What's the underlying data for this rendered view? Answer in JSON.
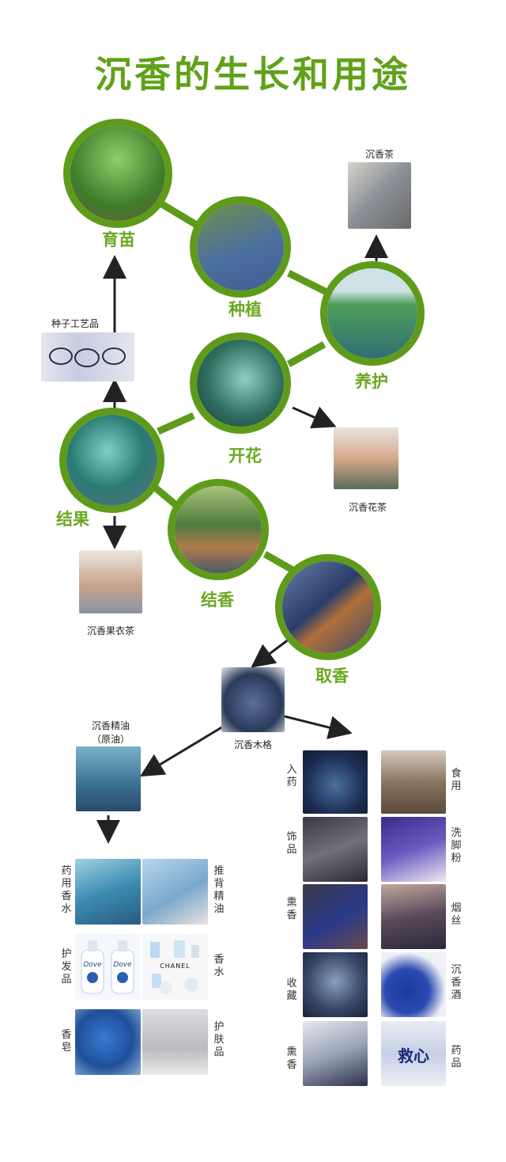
{
  "title": "沉香的生长和用途",
  "colors": {
    "accent": "#5fa219",
    "ring": "#5e9b1b",
    "arrow": "#222222"
  },
  "stages": {
    "seedling": "育苗",
    "planting": "种植",
    "care": "养护",
    "flowering": "开花",
    "fruiting": "结果",
    "resin": "结香",
    "harvest": "取香"
  },
  "products": {
    "tea": "沉香茶",
    "seed_craft": "种子工艺品",
    "flower_tea": "沉香花茶",
    "fruit_tea": "沉香果衣茶",
    "wood": "沉香木格",
    "oil_line1": "沉香精油",
    "oil_line2": "（原油）"
  },
  "oil_uses": [
    "药用香水",
    "推背精油",
    "护发品",
    "香水",
    "香皂",
    "护肤品"
  ],
  "wood_uses_left": [
    "入药",
    "饰品",
    "熏香",
    "收藏",
    "熏香"
  ],
  "wood_uses_right": [
    "食用",
    "洗脚粉",
    "烟丝",
    "沉香酒",
    "药品"
  ],
  "photo_text": {
    "dove": "Dove",
    "chanel": "CHANEL",
    "save_heart": "救心"
  }
}
